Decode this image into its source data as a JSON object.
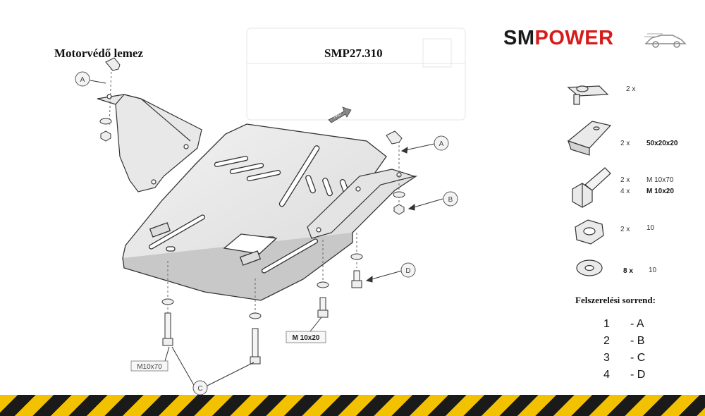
{
  "header": {
    "title": "Motorvédő lemez",
    "code": "SMP27.310"
  },
  "logo": {
    "part1": "SM",
    "part2": "POWER",
    "color1": "#1a1a1a",
    "color2": "#d61b1b"
  },
  "callouts": {
    "A": "A",
    "B": "B",
    "C": "C",
    "D": "D"
  },
  "bolt_labels": {
    "left": "M10x70",
    "center": "M 10x20"
  },
  "direction_arrow_text": "FWD",
  "parts": [
    {
      "icon": "clip-bracket-icon",
      "qty": "2 x",
      "size": "",
      "size2": ""
    },
    {
      "icon": "spacer-block-icon",
      "qty": "2 x",
      "size": "50x20x20",
      "size2": ""
    },
    {
      "icon": "bolt-icon",
      "qty": "2 x",
      "qty2": "4 x",
      "size": "M 10x70",
      "size2": "M 10x20"
    },
    {
      "icon": "nut-icon",
      "qty": "2 x",
      "size": "10",
      "size2": ""
    },
    {
      "icon": "washer-icon",
      "qty": "8 x",
      "size": "10",
      "size2": ""
    }
  ],
  "sequence": {
    "title": "Felszerelési sorrend:",
    "steps": [
      {
        "num": "1",
        "label": "- A"
      },
      {
        "num": "2",
        "label": "- B"
      },
      {
        "num": "3",
        "label": "- C"
      },
      {
        "num": "4",
        "label": "- D"
      }
    ]
  },
  "colors": {
    "hazard_yellow": "#f2c200",
    "hazard_black": "#1a1a1a"
  }
}
